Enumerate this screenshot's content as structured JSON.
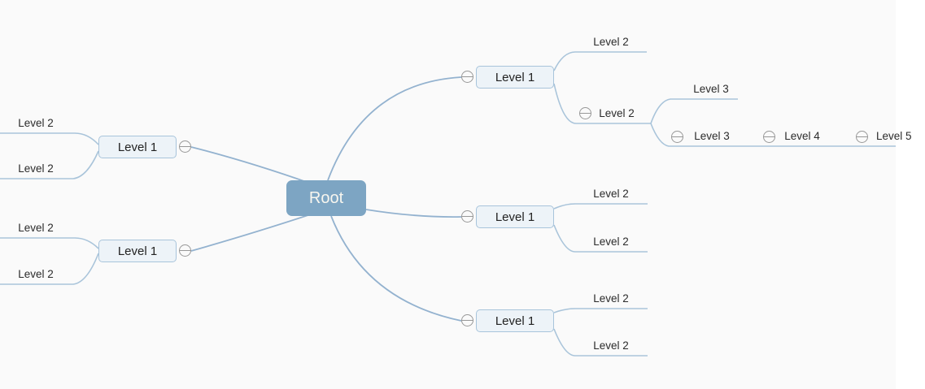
{
  "palette": {
    "canvas_bg": "#fafafa",
    "root_fill": "#7da5c3",
    "root_text": "#f8f6ef",
    "node_fill": "#edf3f8",
    "node_border": "#a8c4db",
    "node_text": "#222222",
    "leaf_text": "#2b2b2b",
    "line": "#a9c4da",
    "root_line": "#93b2cf",
    "expander": "#989898"
  },
  "mindmap": {
    "root": {
      "label": "Root"
    },
    "left": [
      {
        "label": "Level 1",
        "expander": true,
        "children": [
          {
            "label": "Level 2"
          },
          {
            "label": "Level 2"
          }
        ]
      },
      {
        "label": "Level 1",
        "expander": true,
        "children": [
          {
            "label": "Level 2"
          },
          {
            "label": "Level 2"
          }
        ]
      }
    ],
    "right": [
      {
        "label": "Level 1",
        "expander": true,
        "children": [
          {
            "label": "Level 2"
          },
          {
            "label": "Level 2",
            "expander": true,
            "children": [
              {
                "label": "Level 3"
              },
              {
                "label": "Level 3",
                "expander": true,
                "children": [
                  {
                    "label": "Level 4",
                    "expander": true,
                    "children": [
                      {
                        "label": "Level 5",
                        "expander": true,
                        "children": []
                      }
                    ]
                  }
                ]
              }
            ]
          }
        ]
      },
      {
        "label": "Level 1",
        "expander": true,
        "children": [
          {
            "label": "Level 2"
          },
          {
            "label": "Level 2"
          }
        ]
      },
      {
        "label": "Level 1",
        "expander": true,
        "children": [
          {
            "label": "Level 2"
          },
          {
            "label": "Level 2"
          }
        ]
      }
    ]
  }
}
